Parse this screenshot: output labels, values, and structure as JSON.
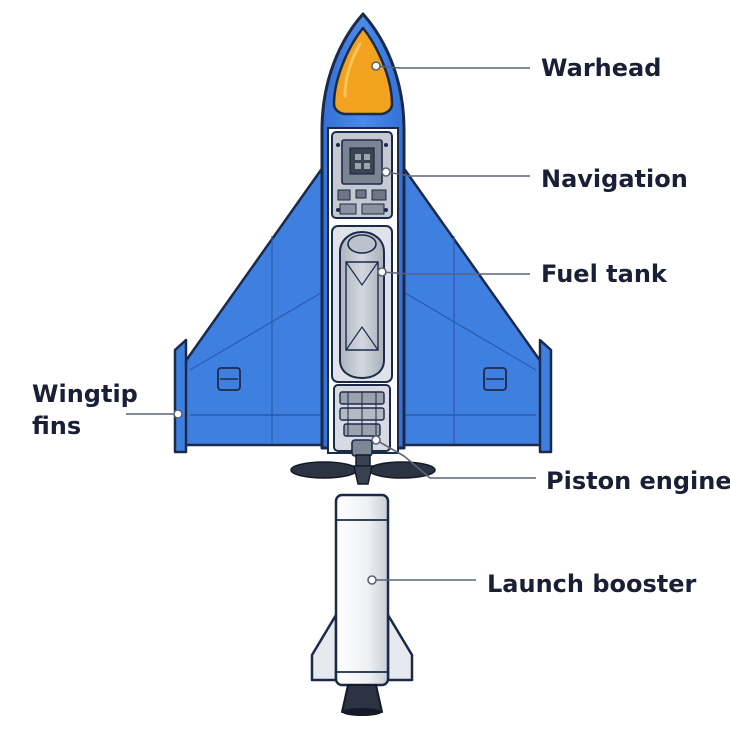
{
  "diagram": {
    "labels": {
      "warhead": "Warhead",
      "navigation": "Navigation",
      "fuel_tank": "Fuel tank",
      "wingtip_fins": "Wingtip fins",
      "piston_engine": "Piston engine",
      "launch_booster": "Launch booster"
    },
    "colors": {
      "body_blue": "#3f7fe0",
      "outline": "#1c2a4a",
      "warhead_orange": "#f2a21e",
      "tank_gray": "#c9ced6",
      "booster_white": "#f1f3f6",
      "leader_line": "#5a6478"
    }
  }
}
